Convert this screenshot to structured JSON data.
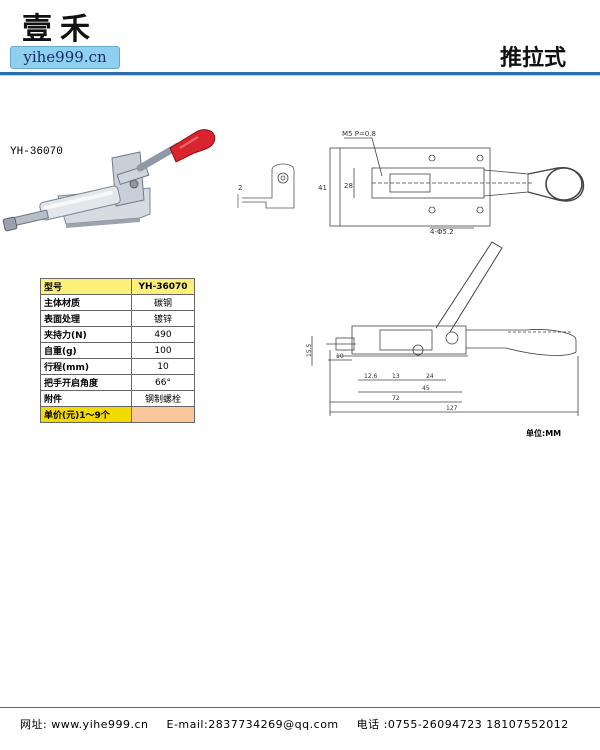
{
  "header": {
    "brand_cn": "壹禾",
    "brand_url": "yihe999.cn",
    "title": "推拉式"
  },
  "product": {
    "model_label": "YH-36070"
  },
  "spec_table": {
    "rows": [
      {
        "key": "型号",
        "value": "YH-36070"
      },
      {
        "key": "主体材质",
        "value": "碳钢"
      },
      {
        "key": "表面处理",
        "value": "镀锌"
      },
      {
        "key": "夹持力(N)",
        "value": "490"
      },
      {
        "key": "自重(g)",
        "value": "100"
      },
      {
        "key": "行程(mm)",
        "value": "10"
      },
      {
        "key": "把手开启角度",
        "value": "66°"
      },
      {
        "key": "附件",
        "value": "钢制螺栓"
      },
      {
        "key": "单价(元)1～9个",
        "value": ""
      }
    ]
  },
  "drawing_top": {
    "thread_label": "M5 P=0.8",
    "dim_41": "41",
    "dim_28": "28",
    "dim_2": "2",
    "holes": "4-Φ5.2"
  },
  "drawing_side": {
    "dim_15_5": "15.5",
    "dim_10": "10",
    "dim_12_6": "12.6",
    "dim_13": "13",
    "dim_24": "24",
    "dim_45": "45",
    "dim_72": "72",
    "dim_127": "127"
  },
  "unit_label": "单位:MM",
  "footer": {
    "website": "网址: www.yihe999.cn",
    "email": "E-mail:2837734269@qq.com",
    "phone": "电话 :0755-26094723 18107552012"
  },
  "colors": {
    "accent_blue": "#2a6fb0",
    "handle_red": "#d9232e",
    "table_header_yellow": "#fdf07a",
    "price_key_yellow": "#f2d900",
    "price_value_orange": "#f9c79a"
  }
}
